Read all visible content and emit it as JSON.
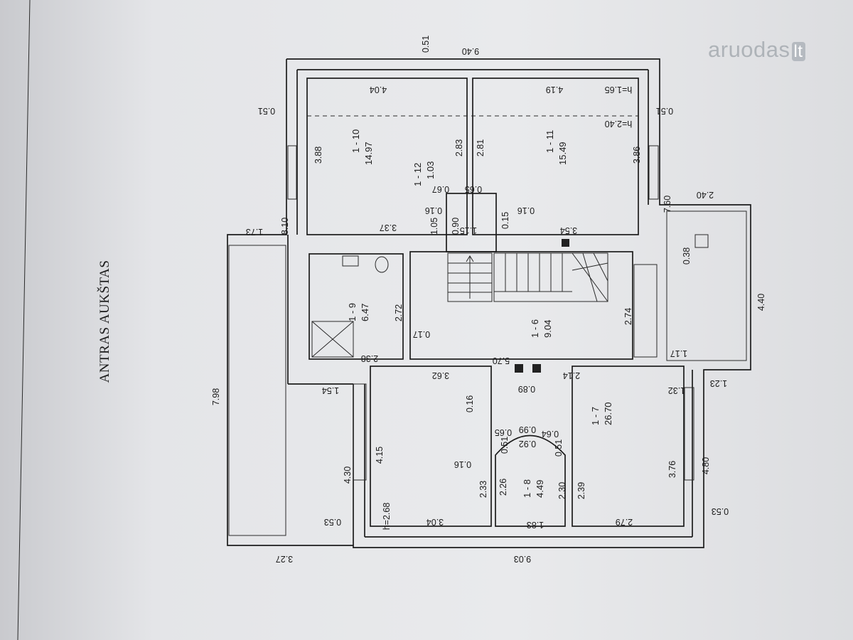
{
  "title": "ANTRAS AUKŠTAS",
  "watermark": {
    "brand": "aruodas",
    "tld": "lt"
  },
  "rooms": [
    {
      "id": "1 - 10",
      "area": "14.97"
    },
    {
      "id": "1 - 11",
      "area": "15.49"
    },
    {
      "id": "1 - 12",
      "area": "1.03"
    },
    {
      "id": "1 - 9",
      "area": "6.47"
    },
    {
      "id": "1 - 6",
      "area": "9.04"
    },
    {
      "id": "1 - 7",
      "area": "26.70"
    },
    {
      "id": "1 - 8",
      "area": "4.49"
    }
  ],
  "dimensions": [
    "0.51",
    "9.40",
    "4.04",
    "4.19",
    "h=1.65",
    "0.51",
    "0.51",
    "h=2.40",
    "3.88",
    "2.83",
    "2.81",
    "3.86",
    "0.67",
    "0.65",
    "0.16",
    "0.16",
    "1.05",
    "0.90",
    "1.15",
    "0.15",
    "3.37",
    "3.54",
    "8.10",
    "7.60",
    "2.40",
    "1.73",
    "0.38",
    "4.40",
    "2.72",
    "0.17",
    "2.74",
    "2.38",
    "1.17",
    "5.70",
    "3.62",
    "2.14",
    "0.89",
    "0.16",
    "1.54",
    "1.32",
    "1.23",
    "7.98",
    "4.15",
    "0.65",
    "0.99",
    "0.64",
    "0.51",
    "0.92",
    "0.51",
    "0.16",
    "4.30",
    "2.33",
    "2.26",
    "2.30",
    "2.39",
    "3.76",
    "4.80",
    "h=2.68",
    "0.53",
    "3.04",
    "1.83",
    "2.79",
    "0.53",
    "3.27",
    "9.03"
  ]
}
